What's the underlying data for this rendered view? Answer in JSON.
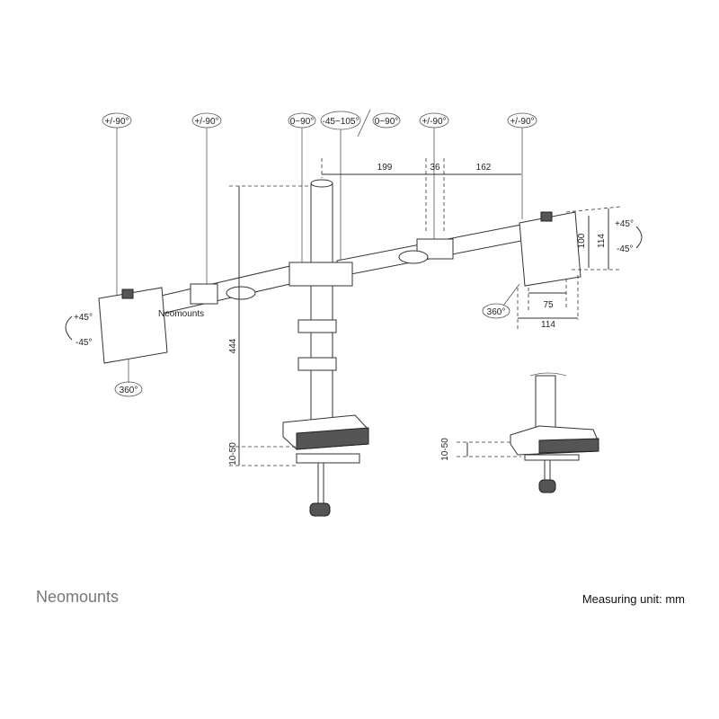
{
  "rotation_labels": {
    "left_arm_end": "+/-90°",
    "left_arm_mid": "+/-90°",
    "pole_left": "0~90°",
    "pole_tilt": "-45~105°",
    "pole_right": "0~90°",
    "right_arm_mid": "+/-90°",
    "right_arm_end": "+/-90°"
  },
  "dimensions": {
    "arm_segment_1": "199",
    "arm_segment_2": "36",
    "arm_segment_3": "162",
    "pole_height": "444",
    "desk_clamp_range": "10-50",
    "grommet_range": "10-50",
    "vesa_inner_height": "100",
    "vesa_outer_height": "114",
    "vesa_inner_width": "75",
    "vesa_outer_width": "114"
  },
  "tilt_labels": {
    "left_up": "+45°",
    "left_down": "-45°",
    "right_up": "+45°",
    "right_down": "-45°"
  },
  "swivel_labels": {
    "left": "360°",
    "right": "360°"
  },
  "product_logo_text": "Neomounts",
  "footer": {
    "brand": "Neomounts",
    "measuring_unit": "Measuring unit: mm"
  }
}
